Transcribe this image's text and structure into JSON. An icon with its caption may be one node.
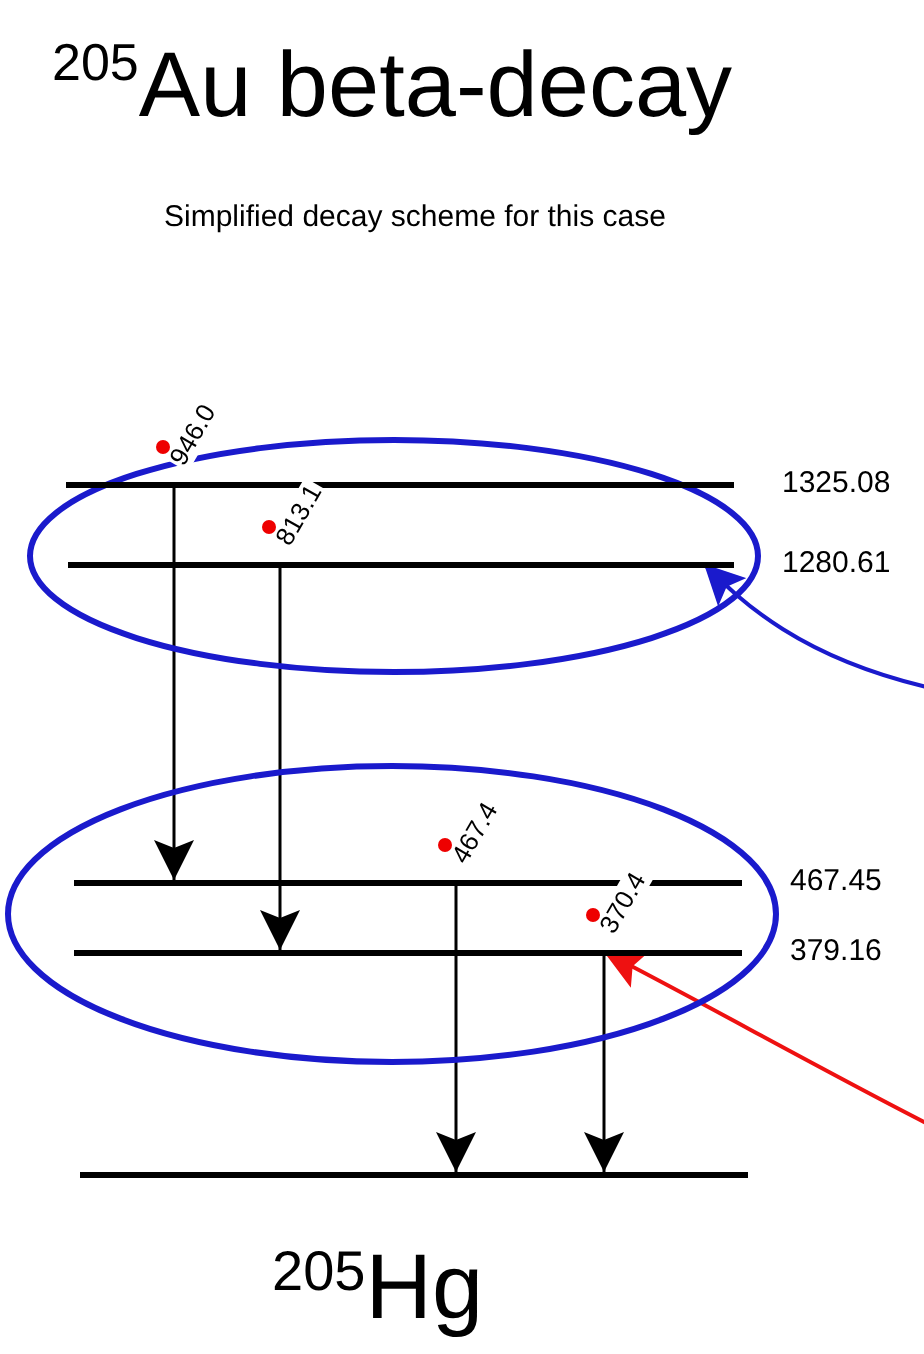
{
  "diagram": {
    "title": "$^{205}$Au beta-decay",
    "nodes": [
      {
        "text": [],
        "shape": "ellipse"
      },
      {
        "text": [
          "1325.08"
        ],
        "in": 0
      },
      {
        "text": [
          "1280.61"
        ],
        "in": 0
      },
      {
        "text": [],
        "shape": "ellipse"
      },
      {
        "text": [
          "467.45"
        ],
        "in": 3
      },
      {
        "text": [
          "379.16"
        ],
        "in": 3
      },
      {
        "text": [],
        "shape": "bar"
      }
    ],
    "edges": [
      {
        "from": 1,
        "to": 4,
        "arrow": "to",
        "label": "946.0"
      },
      {
        "from": 2,
        "to": 5,
        "arrow": "to",
        "label": "813.1"
      },
      {
        "from": 4,
        "to": 6,
        "arrow": "to",
        "label": "467.4"
      },
      {
        "from": 5,
        "to": 6,
        "arrow": "to",
        "label": "370.4"
      },
      {
        "from": null,
        "to": 2,
        "arrow": "to",
        "color": "#1a1acc"
      },
      {
        "from": null,
        "to": 5,
        "arrow": "to",
        "color": "#ee1111"
      }
    ],
    "labels": [
      "Simplified decay scheme for this case",
      "$^{205}$Hg"
    ]
  }
}
